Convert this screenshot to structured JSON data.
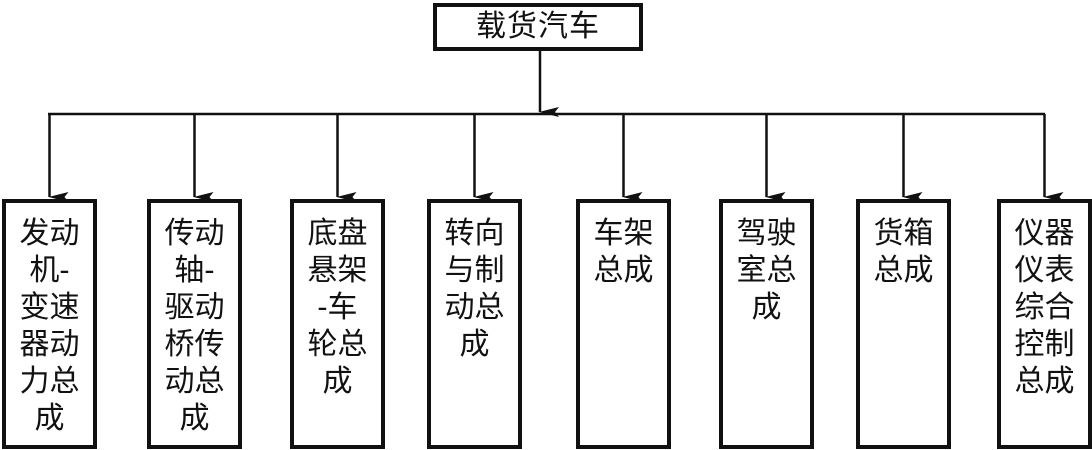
{
  "diagram": {
    "type": "hierarchy",
    "root": {
      "label": "载货汽车"
    },
    "children": [
      {
        "label": "发动机-变速器动力总成",
        "lines": [
          "发动",
          "机-",
          "变速",
          "器动",
          "力总",
          "成"
        ]
      },
      {
        "label": "传动轴-驱动桥传动总成",
        "lines": [
          "传动",
          "轴-",
          "驱动",
          "桥传",
          "动总",
          "成"
        ]
      },
      {
        "label": "底盘悬架-车轮总成",
        "lines": [
          "底盘",
          "悬架",
          "-车",
          "轮总",
          "成"
        ]
      },
      {
        "label": "转向与制动总成",
        "lines": [
          "转向",
          "与制",
          "动总",
          "成"
        ]
      },
      {
        "label": "车架总成",
        "lines": [
          "车架",
          "总成"
        ]
      },
      {
        "label": "驾驶室总成",
        "lines": [
          "驾驶",
          "室总",
          "成"
        ]
      },
      {
        "label": "货箱总成",
        "lines": [
          "货箱",
          "总成"
        ]
      },
      {
        "label": "仪器仪表综合控制总成",
        "lines": [
          "仪器",
          "仪表",
          "综合",
          "控制",
          "总成"
        ]
      }
    ],
    "colors": {
      "stroke": "#111111",
      "background": "#ffffff"
    }
  }
}
